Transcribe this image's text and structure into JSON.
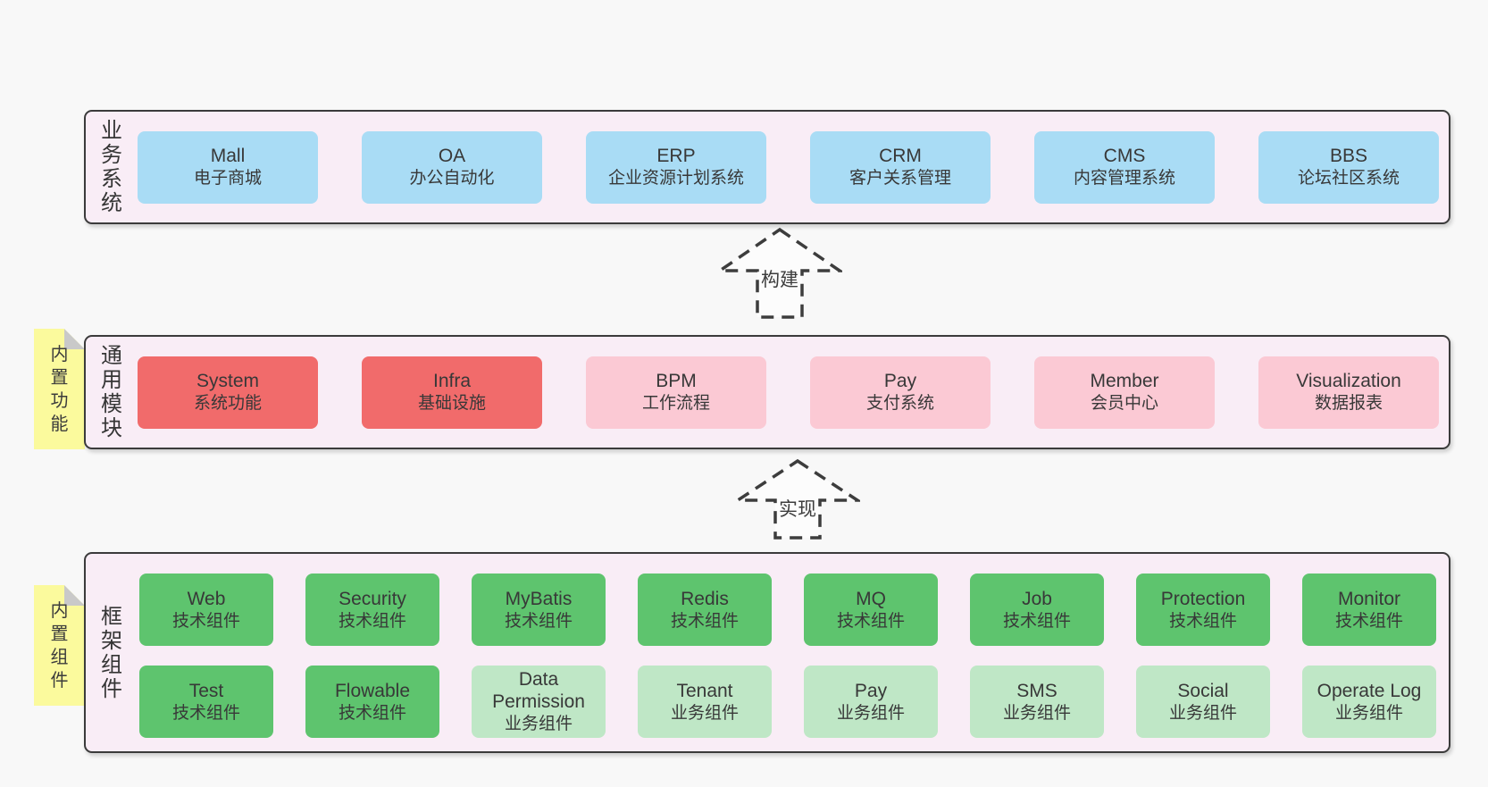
{
  "colors": {
    "page_bg": "#f8f8f8",
    "panel_bg": "#f9edf6",
    "panel_border": "#3b3b3b",
    "blue": "#a9dcf5",
    "red": "#f16b6b",
    "pink": "#fbc9d4",
    "green": "#5ec46e",
    "green_light": "#bfe7c6",
    "sticky": "#fbfa9d",
    "sticky_fold": "#c9c9c9",
    "text": "#3a3a3a",
    "arrow": "#3d3d3d",
    "arrow_fill": "#fcfcfc"
  },
  "arrows": {
    "build": "构建",
    "implement": "实现"
  },
  "layers": {
    "business": {
      "label": "业务系统",
      "boxes": [
        {
          "en": "Mall",
          "zh": "电子商城",
          "variant": "blue"
        },
        {
          "en": "OA",
          "zh": "办公自动化",
          "variant": "blue"
        },
        {
          "en": "ERP",
          "zh": "企业资源计划系统",
          "variant": "blue"
        },
        {
          "en": "CRM",
          "zh": "客户关系管理",
          "variant": "blue"
        },
        {
          "en": "CMS",
          "zh": "内容管理系统",
          "variant": "blue"
        },
        {
          "en": "BBS",
          "zh": "论坛社区系统",
          "variant": "blue"
        }
      ]
    },
    "modules": {
      "label": "通用模块",
      "sticky": "内置功能",
      "boxes": [
        {
          "en": "System",
          "zh": "系统功能",
          "variant": "red"
        },
        {
          "en": "Infra",
          "zh": "基础设施",
          "variant": "red"
        },
        {
          "en": "BPM",
          "zh": "工作流程",
          "variant": "pink"
        },
        {
          "en": "Pay",
          "zh": "支付系统",
          "variant": "pink"
        },
        {
          "en": "Member",
          "zh": "会员中心",
          "variant": "pink"
        },
        {
          "en": "Visualization",
          "zh": "数据报表",
          "variant": "pink"
        }
      ]
    },
    "components": {
      "label": "框架组件",
      "sticky": "内置组件",
      "row1": [
        {
          "en": "Web",
          "zh": "技术组件",
          "variant": "green"
        },
        {
          "en": "Security",
          "zh": "技术组件",
          "variant": "green"
        },
        {
          "en": "MyBatis",
          "zh": "技术组件",
          "variant": "green"
        },
        {
          "en": "Redis",
          "zh": "技术组件",
          "variant": "green"
        },
        {
          "en": "MQ",
          "zh": "技术组件",
          "variant": "green"
        },
        {
          "en": "Job",
          "zh": "技术组件",
          "variant": "green"
        },
        {
          "en": "Protection",
          "zh": "技术组件",
          "variant": "green"
        },
        {
          "en": "Monitor",
          "zh": "技术组件",
          "variant": "green"
        }
      ],
      "row2": [
        {
          "en": "Test",
          "zh": "技术组件",
          "variant": "green"
        },
        {
          "en": "Flowable",
          "zh": "技术组件",
          "variant": "green"
        },
        {
          "en": "Data Permission",
          "zh": "业务组件",
          "variant": "green_light"
        },
        {
          "en": "Tenant",
          "zh": "业务组件",
          "variant": "green_light"
        },
        {
          "en": "Pay",
          "zh": "业务组件",
          "variant": "green_light"
        },
        {
          "en": "SMS",
          "zh": "业务组件",
          "variant": "green_light"
        },
        {
          "en": "Social",
          "zh": "业务组件",
          "variant": "green_light"
        },
        {
          "en": "Operate Log",
          "zh": "业务组件",
          "variant": "green_light"
        }
      ]
    }
  }
}
